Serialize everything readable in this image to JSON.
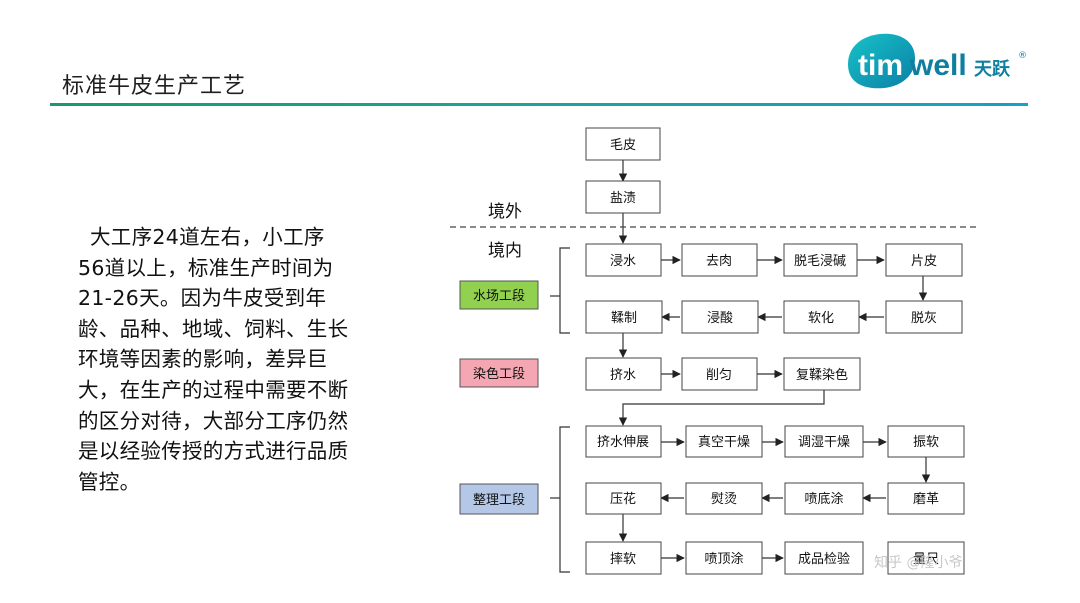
{
  "header": {
    "title": "标准牛皮生产工艺",
    "logo_text": "timwell",
    "logo_cn": "天跃",
    "logo_reg": "®"
  },
  "body_text": "大工序24道左右，小工序56道以上，标准生产时间为21-26天。因为牛皮受到年龄、品种、地域、饲料、生长环境等因素的影响，差异巨大，在生产的过程中需要不断的区分对待，大部分工序仍然是以经验传授的方式进行品质管控。",
  "diagram": {
    "zones": {
      "outside": "境外",
      "inside": "境内"
    },
    "stages": [
      {
        "label": "水场工段",
        "color": "#92d050"
      },
      {
        "label": "染色工段",
        "color": "#f4a7b2"
      },
      {
        "label": "整理工段",
        "color": "#b4c7e7"
      }
    ],
    "pre_steps": [
      "毛皮",
      "盐渍"
    ],
    "steps": {
      "beamhouse_row1": [
        "浸水",
        "去肉",
        "脱毛浸碱",
        "片皮"
      ],
      "beamhouse_row2": [
        "鞣制",
        "浸酸",
        "软化",
        "脱灰"
      ],
      "dyeing_row": [
        "挤水",
        "削匀",
        "复鞣染色"
      ],
      "finishing_row1": [
        "挤水伸展",
        "真空干燥",
        "调湿干燥",
        "振软"
      ],
      "finishing_row2": [
        "压花",
        "熨烫",
        "喷底涂",
        "磨革"
      ],
      "finishing_row3": [
        "摔软",
        "喷顶涂",
        "成品检验",
        "量尺"
      ]
    },
    "watermark": "知乎 @隆小爷"
  },
  "colors": {
    "accent_green": "#169b6a",
    "accent_blue": "#1a9fc6",
    "logo_circle": "#0e9bb8"
  }
}
